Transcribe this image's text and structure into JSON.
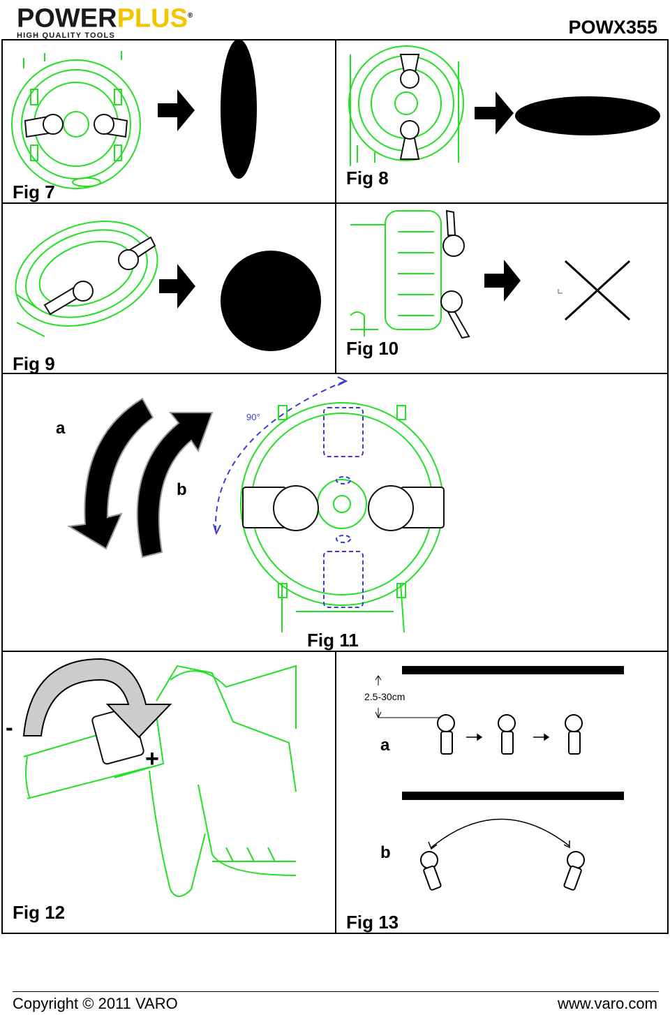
{
  "header": {
    "brand_main_1": "POWER",
    "brand_main_2": "PLUS",
    "brand_reg": "®",
    "brand_tagline": "HIGH QUALITY TOOLS",
    "model": "POWX355"
  },
  "figures": {
    "fig7": "Fig 7",
    "fig8": "Fig 8",
    "fig9": "Fig 9",
    "fig10": "Fig 10",
    "fig11": "Fig 11",
    "fig12": "Fig 12",
    "fig13": "Fig 13"
  },
  "fig11_labels": {
    "a": "a",
    "b": "b",
    "angle": "90°"
  },
  "fig12_labels": {
    "minus": "-",
    "plus": "+"
  },
  "fig13_labels": {
    "a": "a",
    "b": "b",
    "distance": "2.5-30cm"
  },
  "footer": {
    "copyright": "Copyright © 2011 VARO",
    "website": "www.varo.com"
  },
  "colors": {
    "outline": "#22e022",
    "dashed": "#3a3ad8",
    "ink": "#000000",
    "brand_yellow": "#f2c500"
  }
}
